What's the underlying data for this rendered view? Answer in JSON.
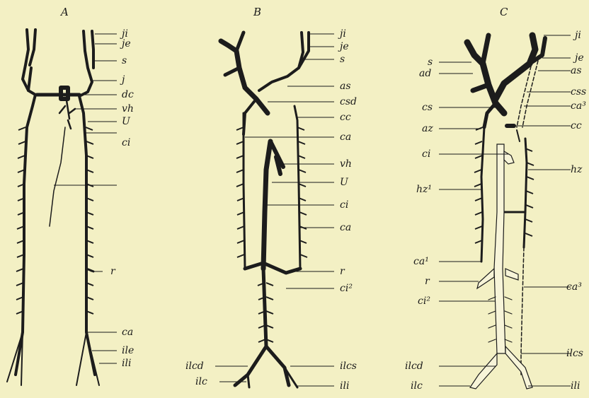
{
  "panels": [
    {
      "title": "A",
      "labels_right": [
        "ji",
        "je",
        "s",
        "j",
        "dc",
        "vh",
        "U",
        "ci",
        "r",
        "ca",
        "ile",
        "ili"
      ],
      "labels_left": []
    },
    {
      "title": "B",
      "labels_right": [
        "ji",
        "je",
        "s",
        "as",
        "csd",
        "cc",
        "ca",
        "vh",
        "U",
        "ci",
        "ca",
        "r",
        "ci²",
        "ilcs",
        "ili"
      ],
      "labels_left": [
        "ilcd",
        "ilc"
      ]
    },
    {
      "title": "C",
      "labels_right": [
        "ji",
        "je",
        "as",
        "css",
        "ca³",
        "cc",
        "hz",
        "ca³",
        "ilcs",
        "ili"
      ],
      "labels_left": [
        "s",
        "ad",
        "cs",
        "az",
        "ci",
        "hz¹",
        "ca¹",
        "r",
        "ci²",
        "ilcd",
        "ilc"
      ]
    }
  ]
}
